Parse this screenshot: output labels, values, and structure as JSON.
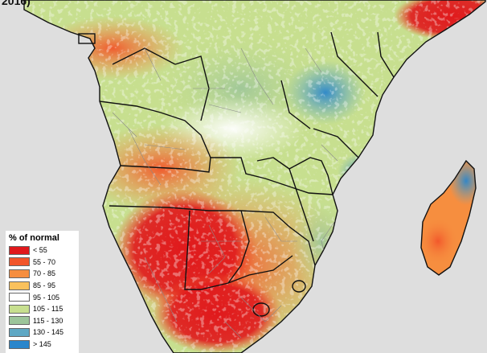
{
  "title_fragment": "2016)",
  "legend": {
    "title": "% of normal",
    "items": [
      {
        "label": "< 55",
        "color": "#e0191c"
      },
      {
        "label": "55 - 70",
        "color": "#f2552a"
      },
      {
        "label": "70 - 85",
        "color": "#f68e3f"
      },
      {
        "label": "85 - 95",
        "color": "#fac15c"
      },
      {
        "label": "95 - 105",
        "color": "#ffffff"
      },
      {
        "label": "105 - 115",
        "color": "#c7df8f"
      },
      {
        "label": "115 - 130",
        "color": "#9cc59a"
      },
      {
        "label": "130 - 145",
        "color": "#5fa8c4"
      },
      {
        "label": "> 145",
        "color": "#2a86cc"
      }
    ]
  },
  "colors": {
    "ocean": "#dedede",
    "outside_land": "#cfcfcf",
    "country_border": "#111111",
    "admin_border": "#8a8a8a"
  }
}
